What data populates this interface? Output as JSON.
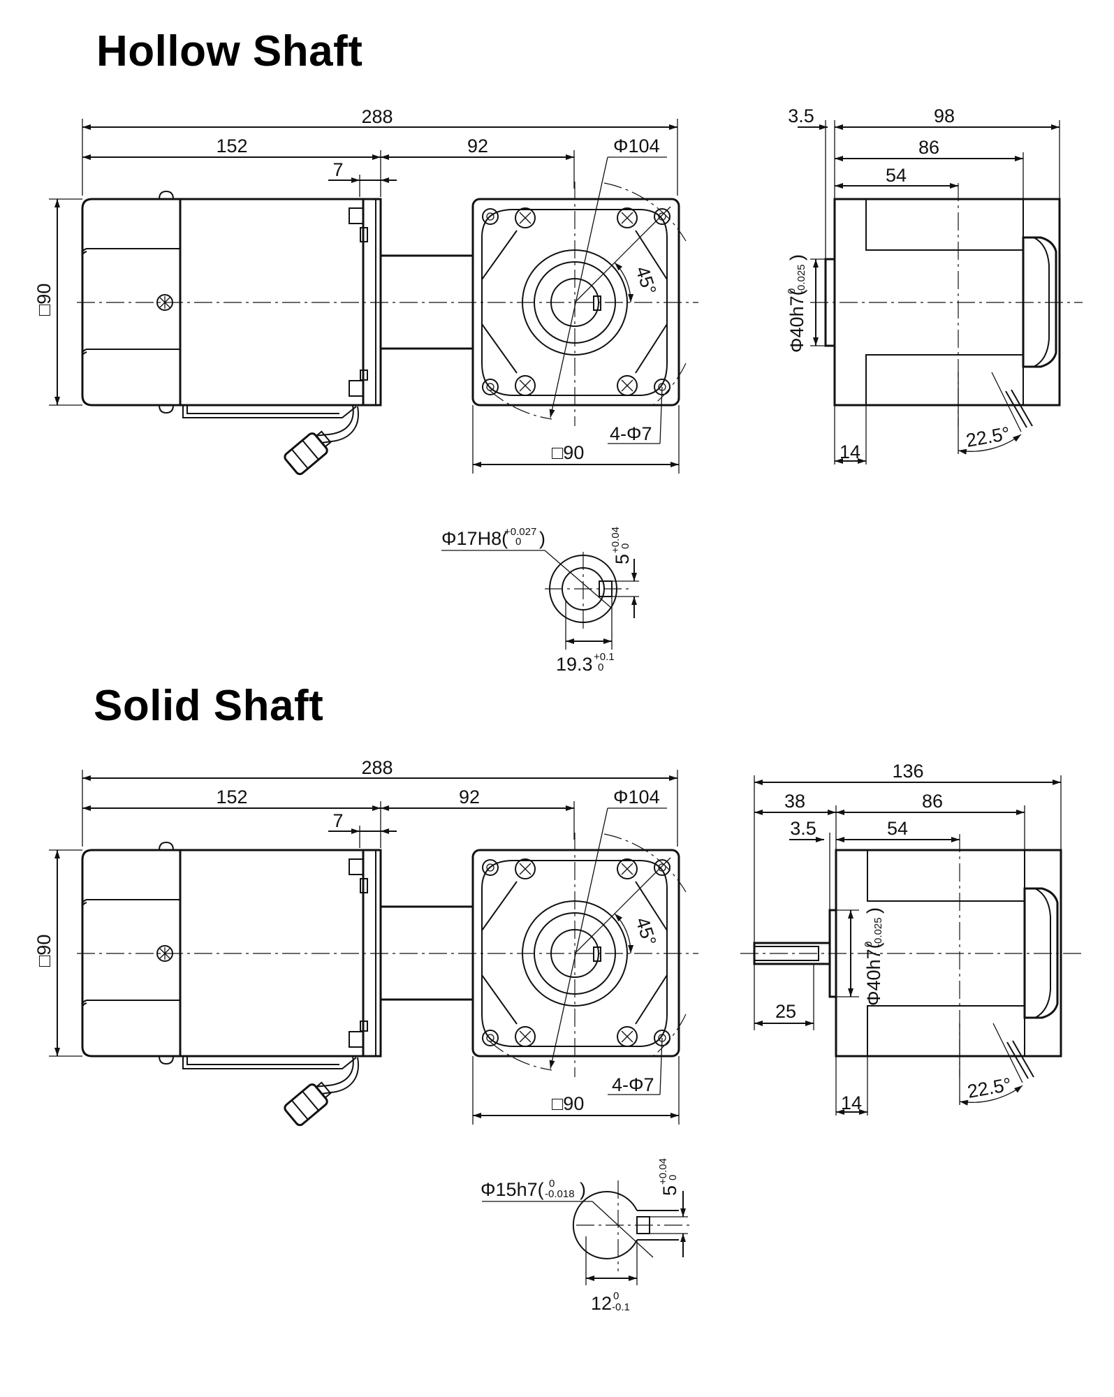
{
  "headings": {
    "hollow": "Hollow Shaft",
    "solid": "Solid Shaft"
  },
  "hollow": {
    "front": {
      "overall_length": "288",
      "motor_length": "152",
      "gear_length": "92",
      "flange_gap": "7",
      "pcd": "Φ104",
      "height": "□90",
      "flange_square": "□90",
      "holes": "4-Φ7",
      "angle": "45°"
    },
    "side": {
      "offset": "3.5",
      "overall": "98",
      "body": "86",
      "inner": "54",
      "pilot": "Φ40h7(",
      "pilot_tol_upper": "0",
      "pilot_tol_lower": "-0.025",
      "pilot_close": ")",
      "bottom": "14",
      "angle": "22.5°"
    },
    "detail": {
      "bore": "Φ17H8(",
      "bore_tol_upper": "+0.027",
      "bore_tol_lower": "0",
      "bore_close": ")",
      "key_width": "5",
      "key_tol_upper": "+0.04",
      "key_tol_lower": "0",
      "key_depth": "19.3",
      "depth_tol_upper": "+0.1",
      "depth_tol_lower": "0"
    }
  },
  "solid": {
    "front": {
      "overall_length": "288",
      "motor_length": "152",
      "gear_length": "92",
      "flange_gap": "7",
      "pcd": "Φ104",
      "height": "□90",
      "flange_square": "□90",
      "holes": "4-Φ7",
      "angle": "45°"
    },
    "side": {
      "overall": "136",
      "shaft_ext": "38",
      "body": "86",
      "offset": "3.5",
      "inner": "54",
      "pilot": "Φ40h7(",
      "pilot_tol_upper": "0",
      "pilot_tol_lower": "-0.025",
      "pilot_close": ")",
      "shaft_len": "25",
      "bottom": "14",
      "angle": "22.5°"
    },
    "detail": {
      "shaft": "Φ15h7(",
      "shaft_tol_upper": "0",
      "shaft_tol_lower": "-0.018",
      "shaft_close": ")",
      "key_width": "5",
      "key_tol_upper": "+0.04",
      "key_tol_lower": "0",
      "key_depth": "12",
      "depth_tol_upper": "0",
      "depth_tol_lower": "-0.1"
    }
  }
}
